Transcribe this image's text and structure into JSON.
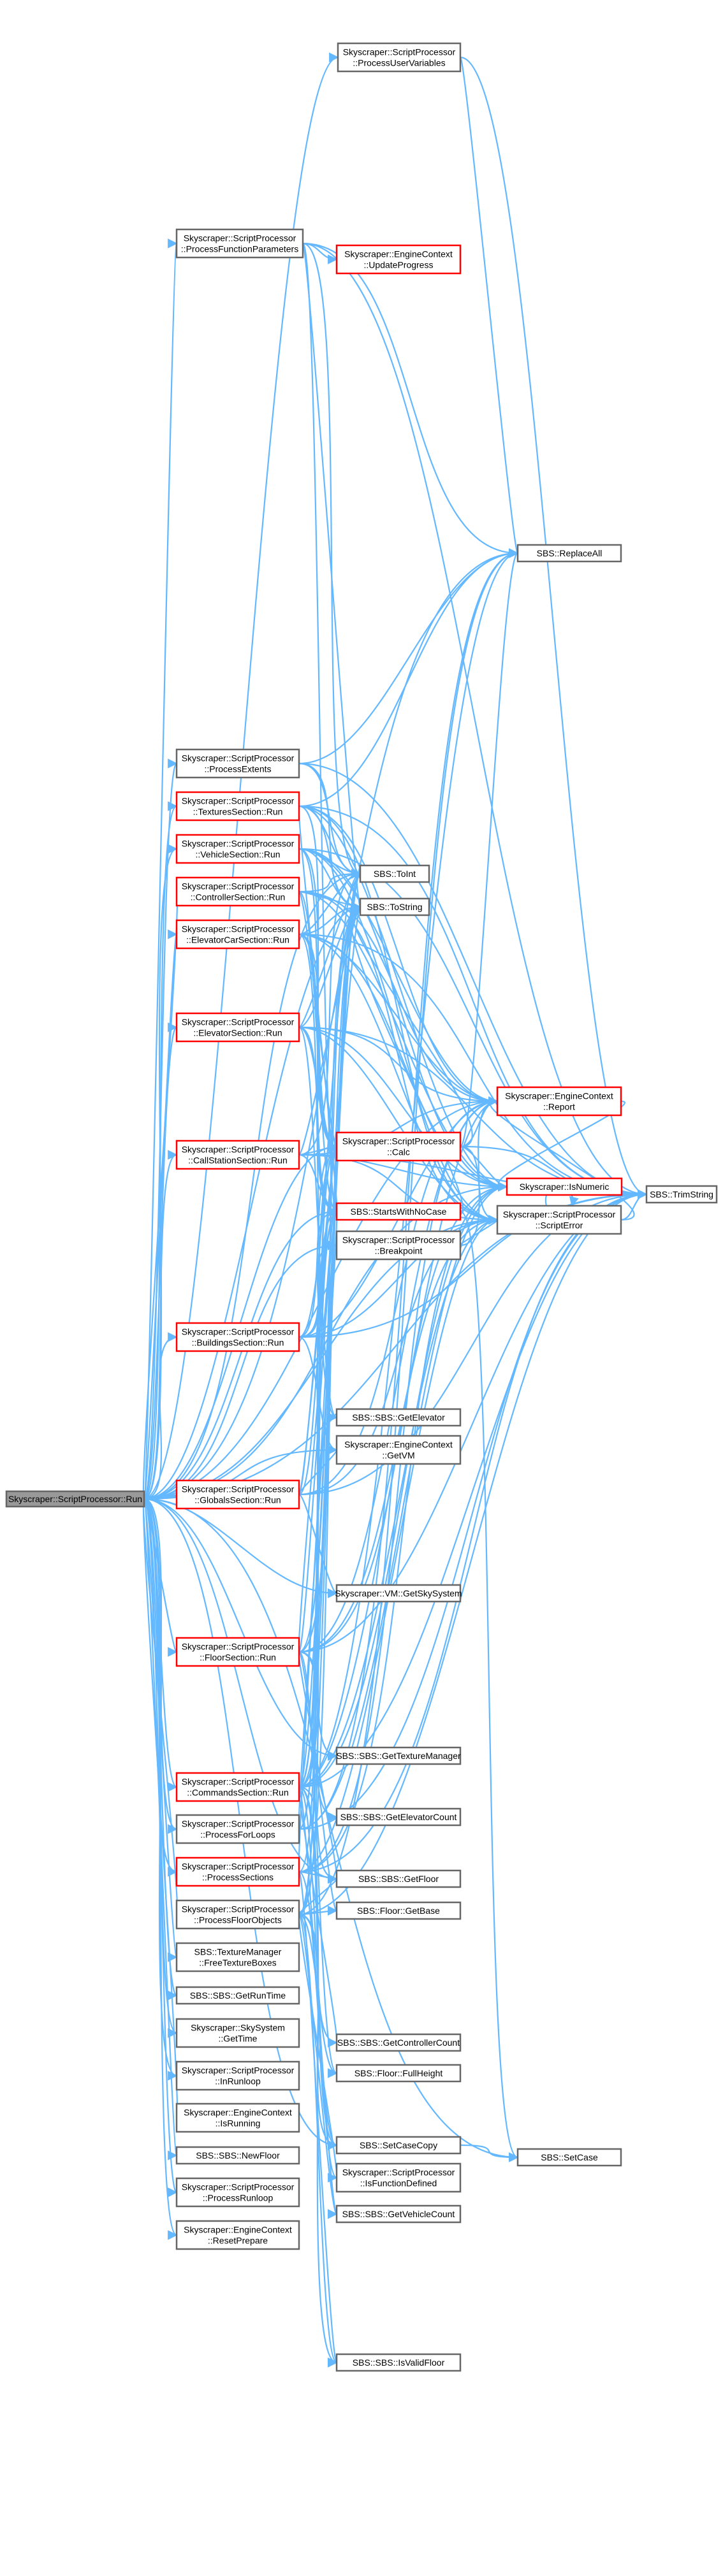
{
  "colors": {
    "edge": "#63b8ff",
    "node_fill": "#ffffff",
    "node_border": "#666666",
    "node_border_incomplete": "#ff0000",
    "root_fill": "#999999",
    "root_border": "#666666"
  },
  "nodes": [
    {
      "id": "run",
      "lines": [
        "Skyscraper::ScriptProcessor::Run"
      ],
      "style": "root"
    },
    {
      "id": "puv",
      "lines": [
        "Skyscraper::ScriptProcessor",
        "::ProcessUserVariables"
      ],
      "style": "normal"
    },
    {
      "id": "pfp",
      "lines": [
        "Skyscraper::ScriptProcessor",
        "::ProcessFunctionParameters"
      ],
      "style": "normal"
    },
    {
      "id": "upd",
      "lines": [
        "Skyscraper::EngineContext",
        "::UpdateProgress"
      ],
      "style": "incomplete"
    },
    {
      "id": "pext",
      "lines": [
        "Skyscraper::ScriptProcessor",
        "::ProcessExtents"
      ],
      "style": "normal"
    },
    {
      "id": "tex",
      "lines": [
        "Skyscraper::ScriptProcessor",
        "::TexturesSection::Run"
      ],
      "style": "incomplete"
    },
    {
      "id": "veh",
      "lines": [
        "Skyscraper::ScriptProcessor",
        "::VehicleSection::Run"
      ],
      "style": "incomplete"
    },
    {
      "id": "ctl",
      "lines": [
        "Skyscraper::ScriptProcessor",
        "::ControllerSection::Run"
      ],
      "style": "incomplete"
    },
    {
      "id": "ecar",
      "lines": [
        "Skyscraper::ScriptProcessor",
        "::ElevatorCarSection::Run"
      ],
      "style": "incomplete"
    },
    {
      "id": "elev",
      "lines": [
        "Skyscraper::ScriptProcessor",
        "::ElevatorSection::Run"
      ],
      "style": "incomplete"
    },
    {
      "id": "call",
      "lines": [
        "Skyscraper::ScriptProcessor",
        "::CallStationSection::Run"
      ],
      "style": "incomplete"
    },
    {
      "id": "bld",
      "lines": [
        "Skyscraper::ScriptProcessor",
        "::BuildingsSection::Run"
      ],
      "style": "incomplete"
    },
    {
      "id": "glb",
      "lines": [
        "Skyscraper::ScriptProcessor",
        "::GlobalsSection::Run"
      ],
      "style": "incomplete"
    },
    {
      "id": "flr",
      "lines": [
        "Skyscraper::ScriptProcessor",
        "::FloorSection::Run"
      ],
      "style": "incomplete"
    },
    {
      "id": "cmd",
      "lines": [
        "Skyscraper::ScriptProcessor",
        "::CommandsSection::Run"
      ],
      "style": "incomplete"
    },
    {
      "id": "pfl",
      "lines": [
        "Skyscraper::ScriptProcessor",
        "::ProcessForLoops"
      ],
      "style": "normal"
    },
    {
      "id": "psec",
      "lines": [
        "Skyscraper::ScriptProcessor",
        "::ProcessSections"
      ],
      "style": "incomplete"
    },
    {
      "id": "pfo",
      "lines": [
        "Skyscraper::ScriptProcessor",
        "::ProcessFloorObjects"
      ],
      "style": "normal"
    },
    {
      "id": "ftb",
      "lines": [
        "SBS::TextureManager",
        "::FreeTextureBoxes"
      ],
      "style": "normal"
    },
    {
      "id": "grt",
      "lines": [
        "SBS::SBS::GetRunTime"
      ],
      "style": "normal"
    },
    {
      "id": "sgt",
      "lines": [
        "Skyscraper::SkySystem",
        "::GetTime"
      ],
      "style": "normal"
    },
    {
      "id": "inr",
      "lines": [
        "Skyscraper::ScriptProcessor",
        "::InRunloop"
      ],
      "style": "normal"
    },
    {
      "id": "isr",
      "lines": [
        "Skyscraper::EngineContext",
        "::IsRunning"
      ],
      "style": "normal"
    },
    {
      "id": "nfl",
      "lines": [
        "SBS::SBS::NewFloor"
      ],
      "style": "normal"
    },
    {
      "id": "prl",
      "lines": [
        "Skyscraper::ScriptProcessor",
        "::ProcessRunloop"
      ],
      "style": "normal"
    },
    {
      "id": "rpp",
      "lines": [
        "Skyscraper::EngineContext",
        "::ResetPrepare"
      ],
      "style": "normal"
    },
    {
      "id": "toint",
      "lines": [
        "SBS::ToInt"
      ],
      "style": "normal"
    },
    {
      "id": "tostr",
      "lines": [
        "SBS::ToString"
      ],
      "style": "normal"
    },
    {
      "id": "calc",
      "lines": [
        "Skyscraper::ScriptProcessor",
        "::Calc"
      ],
      "style": "incomplete"
    },
    {
      "id": "swnc",
      "lines": [
        "SBS::StartsWithNoCase"
      ],
      "style": "incomplete"
    },
    {
      "id": "brk",
      "lines": [
        "Skyscraper::ScriptProcessor",
        "::Breakpoint"
      ],
      "style": "normal"
    },
    {
      "id": "gel",
      "lines": [
        "SBS::SBS::GetElevator"
      ],
      "style": "normal"
    },
    {
      "id": "gvm",
      "lines": [
        "Skyscraper::EngineContext",
        "::GetVM"
      ],
      "style": "normal"
    },
    {
      "id": "gss",
      "lines": [
        "Skyscraper::VM::GetSkySystem"
      ],
      "style": "normal"
    },
    {
      "id": "gtm",
      "lines": [
        "SBS::SBS::GetTextureManager"
      ],
      "style": "normal"
    },
    {
      "id": "gec",
      "lines": [
        "SBS::SBS::GetElevatorCount"
      ],
      "style": "normal"
    },
    {
      "id": "gfl",
      "lines": [
        "SBS::SBS::GetFloor"
      ],
      "style": "normal"
    },
    {
      "id": "fgb",
      "lines": [
        "SBS::Floor::GetBase"
      ],
      "style": "normal"
    },
    {
      "id": "gcc",
      "lines": [
        "SBS::SBS::GetControllerCount"
      ],
      "style": "normal"
    },
    {
      "id": "ffh",
      "lines": [
        "SBS::Floor::FullHeight"
      ],
      "style": "normal"
    },
    {
      "id": "scc",
      "lines": [
        "SBS::SetCaseCopy"
      ],
      "style": "normal"
    },
    {
      "id": "ifd",
      "lines": [
        "Skyscraper::ScriptProcessor",
        "::IsFunctionDefined"
      ],
      "style": "normal"
    },
    {
      "id": "gvc",
      "lines": [
        "SBS::SBS::GetVehicleCount"
      ],
      "style": "normal"
    },
    {
      "id": "ivf",
      "lines": [
        "SBS::SBS::IsValidFloor"
      ],
      "style": "normal"
    },
    {
      "id": "rpa",
      "lines": [
        "SBS::ReplaceAll"
      ],
      "style": "normal"
    },
    {
      "id": "rep",
      "lines": [
        "Skyscraper::EngineContext",
        "::Report"
      ],
      "style": "incomplete"
    },
    {
      "id": "isn",
      "lines": [
        "Skyscraper::IsNumeric"
      ],
      "style": "incomplete"
    },
    {
      "id": "serr",
      "lines": [
        "Skyscraper::ScriptProcessor",
        "::ScriptError"
      ],
      "style": "normal"
    },
    {
      "id": "sca",
      "lines": [
        "SBS::SetCase"
      ],
      "style": "normal"
    },
    {
      "id": "trim",
      "lines": [
        "SBS::TrimString"
      ],
      "style": "normal"
    }
  ],
  "edges": [
    [
      "run",
      "puv"
    ],
    [
      "run",
      "pfp"
    ],
    [
      "run",
      "pext"
    ],
    [
      "run",
      "tex"
    ],
    [
      "run",
      "veh"
    ],
    [
      "run",
      "ctl"
    ],
    [
      "run",
      "ecar"
    ],
    [
      "run",
      "elev"
    ],
    [
      "run",
      "call"
    ],
    [
      "run",
      "bld"
    ],
    [
      "run",
      "glb"
    ],
    [
      "run",
      "flr"
    ],
    [
      "run",
      "cmd"
    ],
    [
      "run",
      "pfl"
    ],
    [
      "run",
      "psec"
    ],
    [
      "run",
      "pfo"
    ],
    [
      "run",
      "ftb"
    ],
    [
      "run",
      "grt"
    ],
    [
      "run",
      "sgt"
    ],
    [
      "run",
      "inr"
    ],
    [
      "run",
      "isr"
    ],
    [
      "run",
      "nfl"
    ],
    [
      "run",
      "prl"
    ],
    [
      "run",
      "rpp"
    ],
    [
      "run",
      "toint"
    ],
    [
      "run",
      "tostr"
    ],
    [
      "run",
      "calc"
    ],
    [
      "run",
      "swnc"
    ],
    [
      "run",
      "brk"
    ],
    [
      "run",
      "gvm"
    ],
    [
      "run",
      "gss"
    ],
    [
      "run",
      "gtm"
    ],
    [
      "run",
      "gfl"
    ],
    [
      "run",
      "scc"
    ],
    [
      "run",
      "rpa"
    ],
    [
      "run",
      "rep"
    ],
    [
      "run",
      "serr"
    ],
    [
      "run",
      "trim"
    ],
    [
      "run",
      "isn"
    ],
    [
      "run",
      "sca"
    ],
    [
      "puv",
      "rpa"
    ],
    [
      "puv",
      "trim"
    ],
    [
      "pfp",
      "upd"
    ],
    [
      "pfp",
      "rpa"
    ],
    [
      "pfp",
      "toint"
    ],
    [
      "pfp",
      "tostr"
    ],
    [
      "pfp",
      "trim"
    ],
    [
      "pfp",
      "swnc"
    ],
    [
      "pext",
      "toint"
    ],
    [
      "pext",
      "tostr"
    ],
    [
      "pext",
      "rpa"
    ],
    [
      "pext",
      "trim"
    ],
    [
      "tex",
      "toint"
    ],
    [
      "tex",
      "tostr"
    ],
    [
      "tex",
      "calc"
    ],
    [
      "tex",
      "swnc"
    ],
    [
      "tex",
      "rpa"
    ],
    [
      "tex",
      "rep"
    ],
    [
      "tex",
      "serr"
    ],
    [
      "tex",
      "trim"
    ],
    [
      "tex",
      "isn"
    ],
    [
      "veh",
      "toint"
    ],
    [
      "veh",
      "tostr"
    ],
    [
      "veh",
      "calc"
    ],
    [
      "veh",
      "swnc"
    ],
    [
      "veh",
      "rep"
    ],
    [
      "veh",
      "serr"
    ],
    [
      "veh",
      "isn"
    ],
    [
      "veh",
      "trim"
    ],
    [
      "ctl",
      "toint"
    ],
    [
      "ctl",
      "tostr"
    ],
    [
      "ctl",
      "calc"
    ],
    [
      "ctl",
      "swnc"
    ],
    [
      "ctl",
      "rep"
    ],
    [
      "ctl",
      "serr"
    ],
    [
      "ctl",
      "isn"
    ],
    [
      "ecar",
      "toint"
    ],
    [
      "ecar",
      "tostr"
    ],
    [
      "ecar",
      "calc"
    ],
    [
      "ecar",
      "swnc"
    ],
    [
      "ecar",
      "rep"
    ],
    [
      "ecar",
      "serr"
    ],
    [
      "ecar",
      "isn"
    ],
    [
      "ecar",
      "gel"
    ],
    [
      "ecar",
      "trim"
    ],
    [
      "elev",
      "toint"
    ],
    [
      "elev",
      "tostr"
    ],
    [
      "elev",
      "calc"
    ],
    [
      "elev",
      "swnc"
    ],
    [
      "elev",
      "rep"
    ],
    [
      "elev",
      "serr"
    ],
    [
      "elev",
      "isn"
    ],
    [
      "elev",
      "gel"
    ],
    [
      "elev",
      "trim"
    ],
    [
      "call",
      "toint"
    ],
    [
      "call",
      "tostr"
    ],
    [
      "call",
      "calc"
    ],
    [
      "call",
      "swnc"
    ],
    [
      "call",
      "rep"
    ],
    [
      "call",
      "serr"
    ],
    [
      "call",
      "isn"
    ],
    [
      "call",
      "trim"
    ],
    [
      "bld",
      "tostr"
    ],
    [
      "bld",
      "calc"
    ],
    [
      "bld",
      "swnc"
    ],
    [
      "bld",
      "rep"
    ],
    [
      "bld",
      "serr"
    ],
    [
      "bld",
      "gvm"
    ],
    [
      "bld",
      "trim"
    ],
    [
      "bld",
      "brk"
    ],
    [
      "glb",
      "tostr"
    ],
    [
      "glb",
      "calc"
    ],
    [
      "glb",
      "swnc"
    ],
    [
      "glb",
      "rep"
    ],
    [
      "glb",
      "serr"
    ],
    [
      "glb",
      "gvm"
    ],
    [
      "glb",
      "gss"
    ],
    [
      "glb",
      "trim"
    ],
    [
      "flr",
      "toint"
    ],
    [
      "flr",
      "tostr"
    ],
    [
      "flr",
      "calc"
    ],
    [
      "flr",
      "swnc"
    ],
    [
      "flr",
      "rep"
    ],
    [
      "flr",
      "serr"
    ],
    [
      "flr",
      "isn"
    ],
    [
      "flr",
      "gfl"
    ],
    [
      "flr",
      "fgb"
    ],
    [
      "flr",
      "ffh"
    ],
    [
      "flr",
      "gtm"
    ],
    [
      "flr",
      "gec"
    ],
    [
      "flr",
      "trim"
    ],
    [
      "cmd",
      "toint"
    ],
    [
      "cmd",
      "tostr"
    ],
    [
      "cmd",
      "calc"
    ],
    [
      "cmd",
      "swnc"
    ],
    [
      "cmd",
      "rep"
    ],
    [
      "cmd",
      "serr"
    ],
    [
      "cmd",
      "isn"
    ],
    [
      "cmd",
      "gfl"
    ],
    [
      "cmd",
      "gel"
    ],
    [
      "cmd",
      "gcc"
    ],
    [
      "cmd",
      "gvc"
    ],
    [
      "cmd",
      "ifd"
    ],
    [
      "cmd",
      "scc"
    ],
    [
      "cmd",
      "ivf"
    ],
    [
      "cmd",
      "trim"
    ],
    [
      "cmd",
      "rpa"
    ],
    [
      "pfl",
      "tostr"
    ],
    [
      "pfl",
      "calc"
    ],
    [
      "pfl",
      "rpa"
    ],
    [
      "pfl",
      "swnc"
    ],
    [
      "pfl",
      "isn"
    ],
    [
      "pfl",
      "trim"
    ],
    [
      "psec",
      "swnc"
    ],
    [
      "psec",
      "rep"
    ],
    [
      "psec",
      "serr"
    ],
    [
      "psec",
      "gfl"
    ],
    [
      "psec",
      "scc"
    ],
    [
      "psec",
      "trim"
    ],
    [
      "psec",
      "isn"
    ],
    [
      "psec",
      "calc"
    ],
    [
      "psec",
      "ivf"
    ],
    [
      "pfo",
      "toint"
    ],
    [
      "pfo",
      "tostr"
    ],
    [
      "pfo",
      "rpa"
    ],
    [
      "pfo",
      "gfl"
    ],
    [
      "pfo",
      "fgb"
    ],
    [
      "pfo",
      "ffh"
    ],
    [
      "pfo",
      "gcc"
    ],
    [
      "pfo",
      "scc"
    ],
    [
      "pfo",
      "ifd"
    ],
    [
      "pfo",
      "gvc"
    ],
    [
      "pfo",
      "ivf"
    ],
    [
      "pfo",
      "swnc"
    ],
    [
      "pfo",
      "calc"
    ],
    [
      "pfo",
      "trim"
    ],
    [
      "calc",
      "isn"
    ],
    [
      "calc",
      "rep"
    ],
    [
      "calc",
      "serr"
    ],
    [
      "calc",
      "trim"
    ],
    [
      "calc",
      "tostr"
    ],
    [
      "calc",
      "rpa"
    ],
    [
      "swnc",
      "tostr"
    ],
    [
      "swnc",
      "sca"
    ],
    [
      "brk",
      "rep"
    ],
    [
      "brk",
      "serr"
    ],
    [
      "serr",
      "serr"
    ],
    [
      "serr",
      "trim"
    ],
    [
      "serr",
      "rep"
    ],
    [
      "scc",
      "sca"
    ],
    [
      "rep",
      "isn"
    ]
  ]
}
